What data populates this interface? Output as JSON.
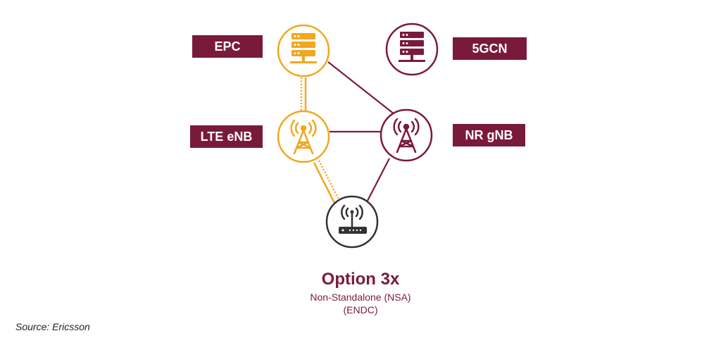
{
  "labels": {
    "epc": "EPC",
    "fivegcn": "5GCN",
    "lte_enb": "LTE eNB",
    "nr_gnb": "NR gNB"
  },
  "option": {
    "title": "Option 3x",
    "subtitle": "Non-Standalone (NSA)",
    "acronym": "(ENDC)"
  },
  "source": "Source: Ericsson",
  "colors": {
    "maroon": "#7a1a3a",
    "orange": "#f0a820",
    "dark": "#333333"
  },
  "icons": {
    "epc": "server-icon",
    "fivegcn": "server-icon",
    "lte_enb": "cell-tower-icon",
    "nr_gnb": "cell-tower-icon",
    "ue": "router-icon"
  }
}
